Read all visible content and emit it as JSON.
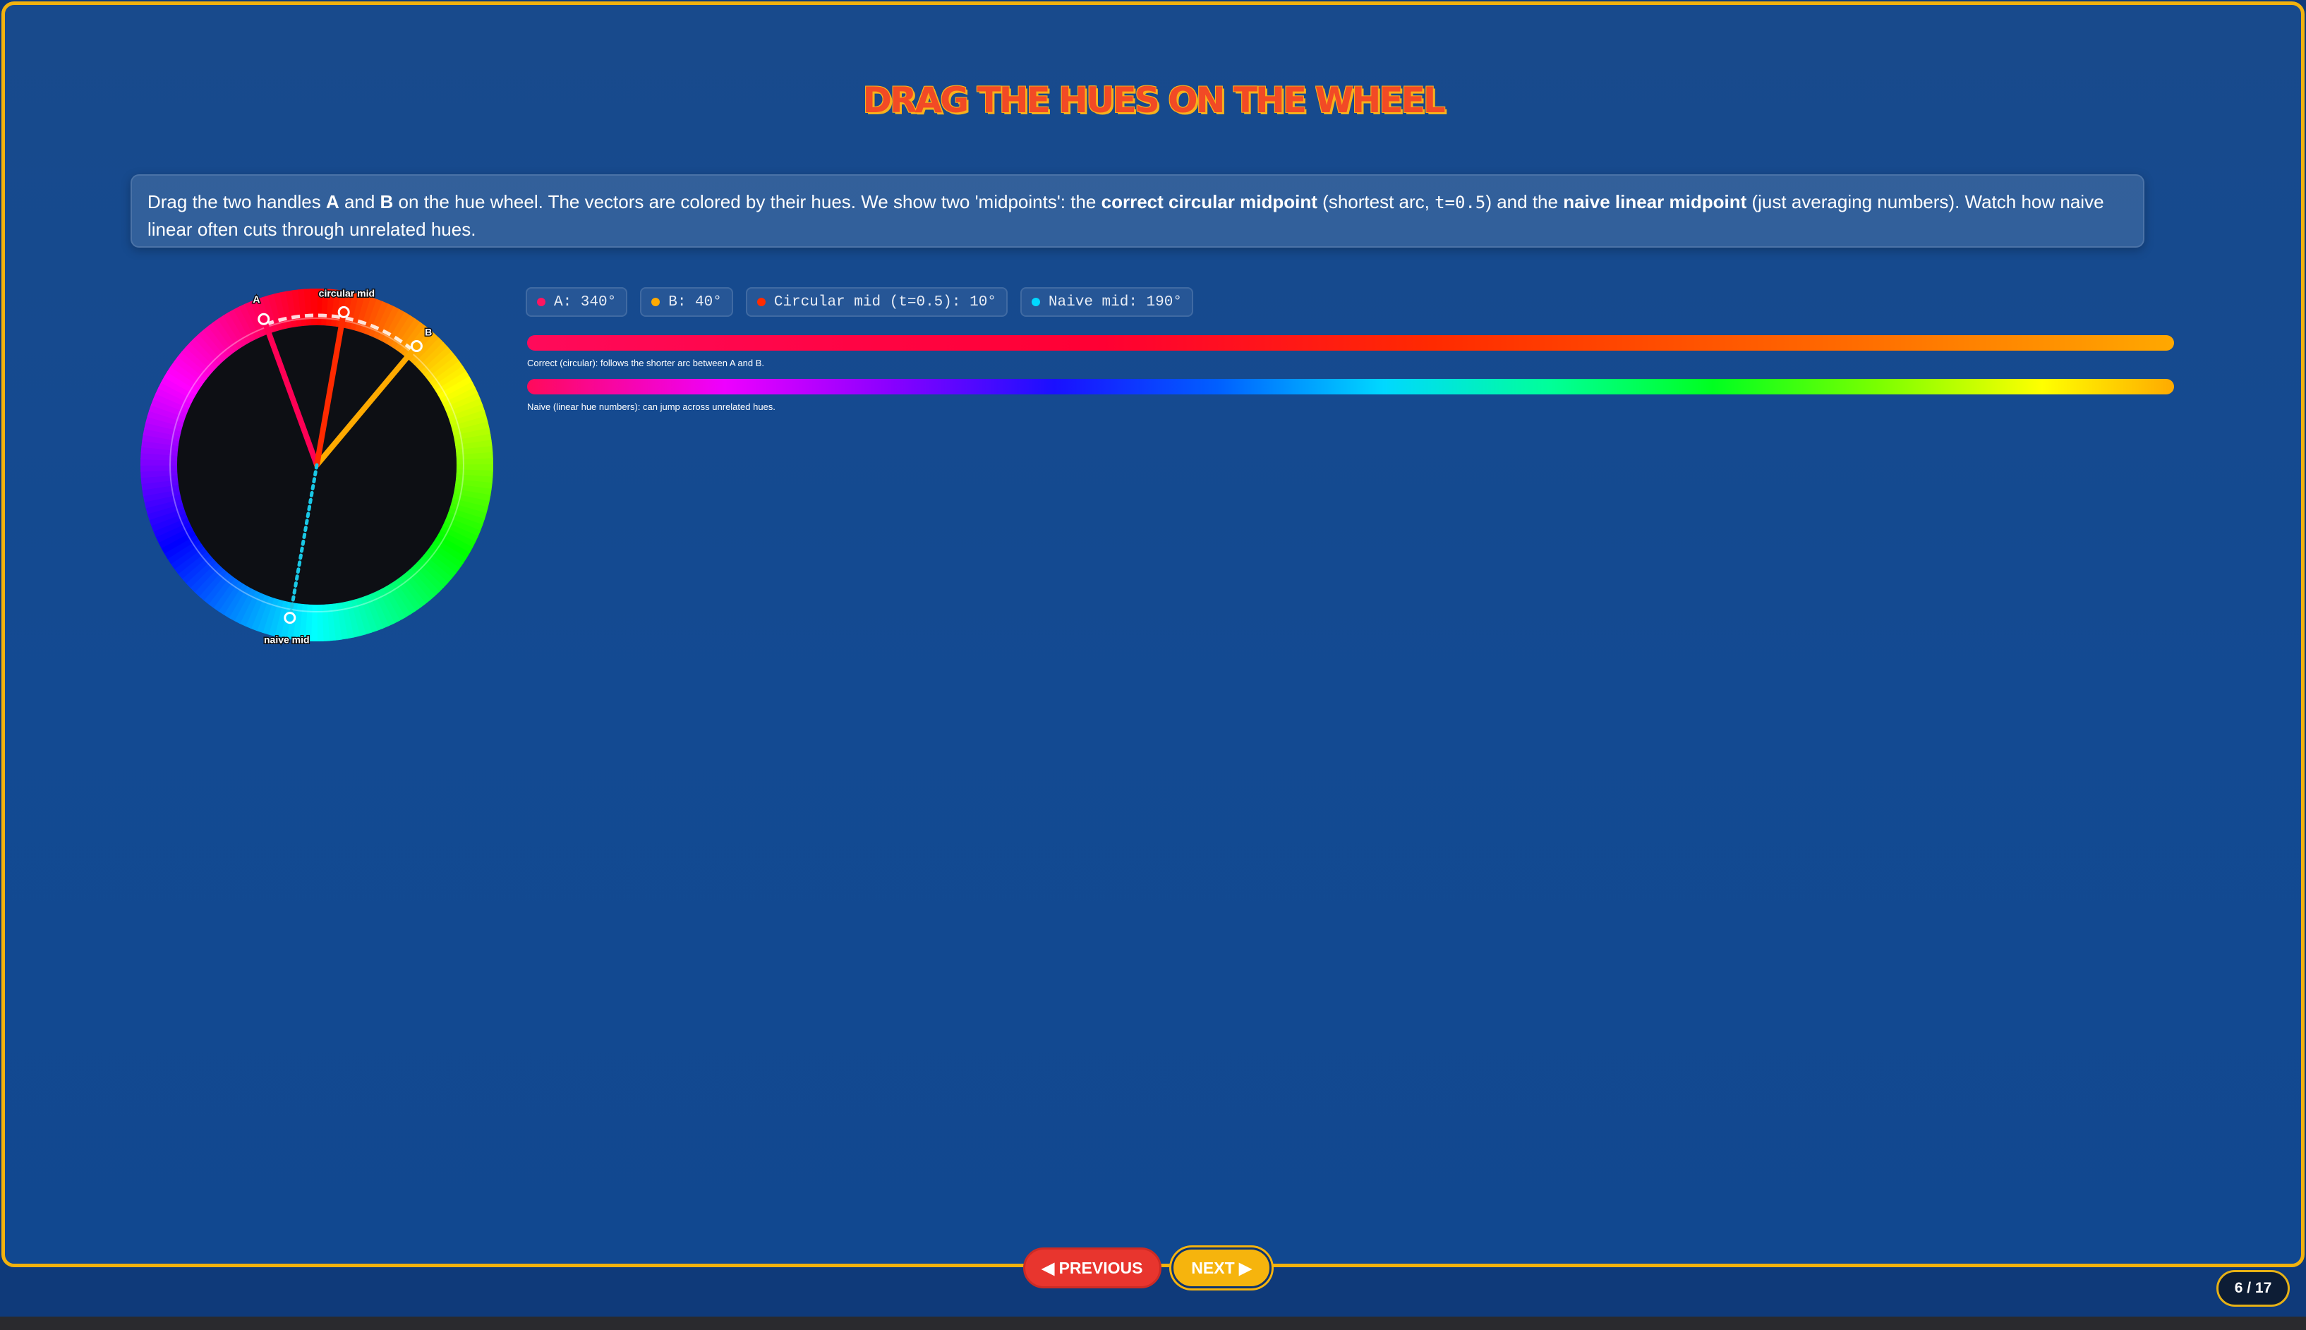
{
  "slide": {
    "title": "DRAG THE HUES ON THE WHEEL",
    "description": {
      "p1": "Drag the two handles ",
      "a": "A",
      "p2": " and ",
      "b": "B",
      "p3": " on the hue wheel. The vectors are colored by their hues. We show two 'midpoints': the ",
      "correct": "correct circular midpoint",
      "p4": " (shortest arc, ",
      "code": "t=0.5",
      "p5": ") and the ",
      "naive": "naive linear midpoint",
      "p6": " (just averaging numbers). Watch how naive linear often cuts through unrelated hues."
    }
  },
  "wheel": {
    "hue_a": 340,
    "hue_b": 40,
    "circular_mid": 10,
    "naive_mid": 190,
    "labels": {
      "a": "A",
      "b": "B",
      "circular": "circular mid",
      "naive": "naive mid"
    }
  },
  "chips": {
    "a": "A: 340°",
    "b": "B: 40°",
    "circ": "Circular mid (t=0.5): 10°",
    "naive": "Naive mid: 190°"
  },
  "bars": {
    "correct_caption": "Correct (circular): follows the shorter arc between A and B.",
    "naive_caption": "Naive (linear hue numbers): can jump across unrelated hues."
  },
  "nav": {
    "previous": "◀ PREVIOUS",
    "next": "NEXT ▶",
    "page": "6 / 17"
  },
  "colors": {
    "frame_border": "#f2b20e",
    "background": "#134a92",
    "previous_button": "#e8352e",
    "next_button": "#f6b40d"
  }
}
